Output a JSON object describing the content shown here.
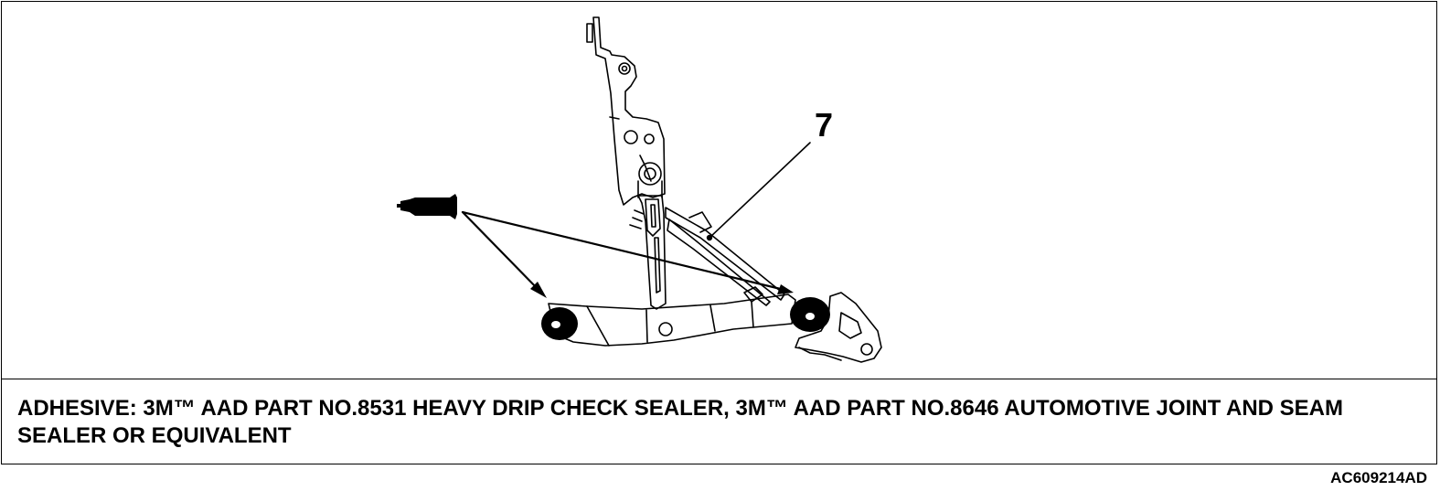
{
  "diagram": {
    "callout_number": "7",
    "caption": "ADHESIVE: 3M™ AAD PART NO.8531 HEAVY DRIP CHECK SEALER, 3M™ AAD PART NO.8646 AUTOMOTIVE JOINT AND SEAM SEALER OR EQUIVALENT",
    "figure_id": "AC609214AD"
  },
  "icons": {
    "sealer_tube": "adhesive-tube-icon"
  },
  "colors": {
    "line": "#000000",
    "background": "#ffffff"
  }
}
